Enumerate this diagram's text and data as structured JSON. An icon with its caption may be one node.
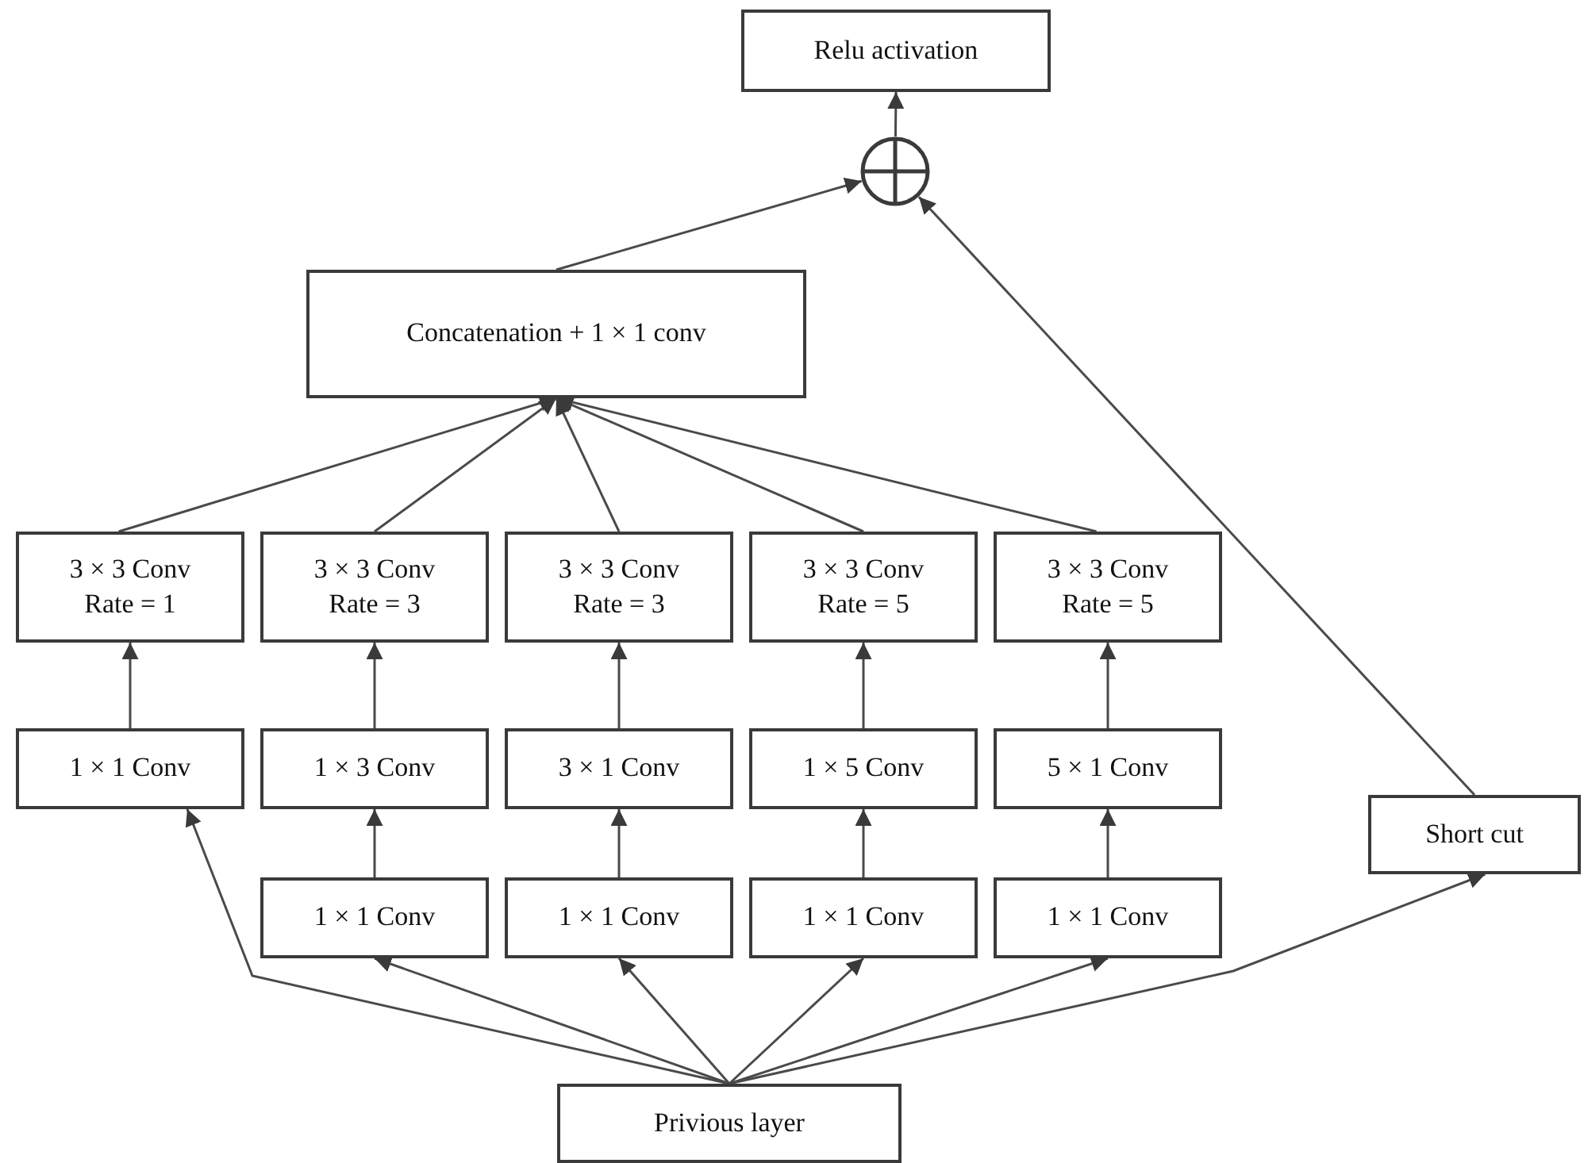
{
  "diagram": {
    "nodes": [
      {
        "text": [
          "Relu activation"
        ]
      },
      {
        "text": [],
        "shape": "circle"
      },
      {
        "text": [
          "Concatenation + 1 × 1 conv"
        ]
      },
      {
        "text": [
          "3 × 3 Conv Rate = 1"
        ]
      },
      {
        "text": [
          "3 × 3 Conv Rate = 3"
        ]
      },
      {
        "text": [
          "3 × 3 Conv Rate = 3"
        ]
      },
      {
        "text": [
          "3 × 3 Conv Rate = 5"
        ]
      },
      {
        "text": [
          "3 × 3 Conv Rate = 5"
        ]
      },
      {
        "text": [
          "1 × 1 Conv"
        ]
      },
      {
        "text": [
          "1 × 3 Conv"
        ]
      },
      {
        "text": [
          "3 × 1 Conv"
        ]
      },
      {
        "text": [
          "1 × 5 Conv"
        ]
      },
      {
        "text": [
          "5 × 1 Conv"
        ]
      },
      {
        "text": [
          "1 × 1 Conv"
        ]
      },
      {
        "text": [
          "1 × 1 Conv"
        ]
      },
      {
        "text": [
          "1 × 1 Conv"
        ]
      },
      {
        "text": [
          "1 × 1 Conv"
        ]
      },
      {
        "text": [
          "Short cut"
        ]
      },
      {
        "text": [
          "Privious layer"
        ]
      }
    ],
    "edges": [
      {
        "from": 1,
        "to": 0,
        "arrow": "to"
      },
      {
        "from": 2,
        "to": 1,
        "arrow": "to"
      },
      {
        "from": 17,
        "to": 1,
        "arrow": "to"
      },
      {
        "from": 3,
        "to": 2,
        "arrow": "to"
      },
      {
        "from": 4,
        "to": 2,
        "arrow": "to"
      },
      {
        "from": 5,
        "to": 2,
        "arrow": "to"
      },
      {
        "from": 6,
        "to": 2,
        "arrow": "to"
      },
      {
        "from": 7,
        "to": 2,
        "arrow": "to"
      },
      {
        "from": 8,
        "to": 3,
        "arrow": "to"
      },
      {
        "from": 9,
        "to": 4,
        "arrow": "to"
      },
      {
        "from": 10,
        "to": 5,
        "arrow": "to"
      },
      {
        "from": 11,
        "to": 6,
        "arrow": "to"
      },
      {
        "from": 12,
        "to": 7,
        "arrow": "to"
      },
      {
        "from": 13,
        "to": 9,
        "arrow": "to"
      },
      {
        "from": 14,
        "to": 10,
        "arrow": "to"
      },
      {
        "from": 15,
        "to": 11,
        "arrow": "to"
      },
      {
        "from": 16,
        "to": 12,
        "arrow": "to"
      },
      {
        "from": 18,
        "to": 8,
        "arrow": "to"
      },
      {
        "from": 18,
        "to": 13,
        "arrow": "to"
      },
      {
        "from": 18,
        "to": 14,
        "arrow": "to"
      },
      {
        "from": 18,
        "to": 15,
        "arrow": "to"
      },
      {
        "from": 18,
        "to": 16,
        "arrow": "to"
      },
      {
        "from": 18,
        "to": 17,
        "arrow": "to"
      }
    ]
  }
}
